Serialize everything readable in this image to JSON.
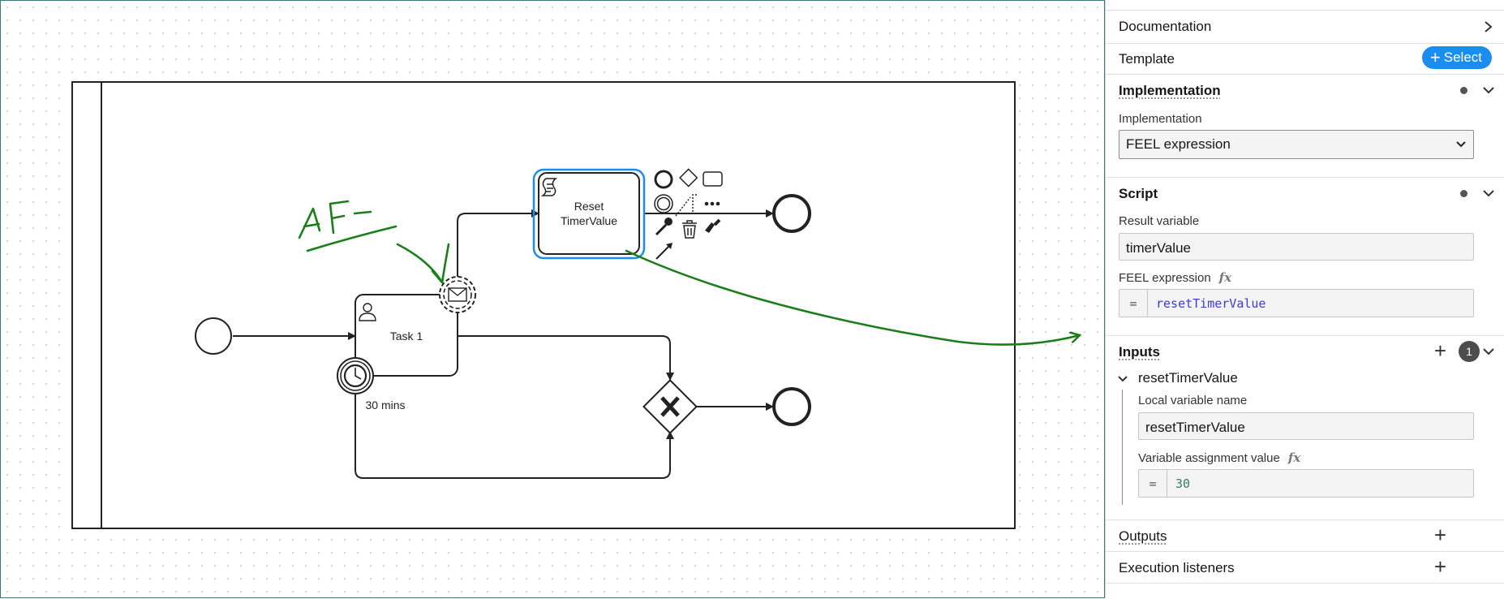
{
  "diagram": {
    "task1_label": "Task 1",
    "script_task_label_line1": "Reset",
    "script_task_label_line2": "TimerValue",
    "timer_label": "30 mins",
    "annotation_scribble": "AF"
  },
  "panel": {
    "documentation": {
      "label": "Documentation"
    },
    "template": {
      "label": "Template",
      "select_label": "Select"
    },
    "implementation": {
      "section_label": "Implementation",
      "field_label": "Implementation",
      "selected": "FEEL expression"
    },
    "script": {
      "section_label": "Script",
      "result_variable_label": "Result variable",
      "result_variable_value": "timerValue",
      "feel_label": "FEEL expression",
      "feel_prefix": "=",
      "feel_value": "resetTimerValue"
    },
    "inputs": {
      "section_label": "Inputs",
      "count": "1",
      "items": [
        {
          "name": "resetTimerValue",
          "local_label": "Local variable name",
          "local_value": "resetTimerValue",
          "assign_label": "Variable assignment value",
          "assign_prefix": "=",
          "assign_value": "30"
        }
      ]
    },
    "outputs": {
      "label": "Outputs"
    },
    "execution_listeners": {
      "label": "Execution listeners"
    },
    "fx_label": "fx"
  },
  "colors": {
    "selection": "#1c8df0",
    "annotation": "#1a7f1a",
    "feel_value": "#3b3bd1",
    "number_value": "#2e7d6b",
    "badge": "#4d4d4d"
  }
}
